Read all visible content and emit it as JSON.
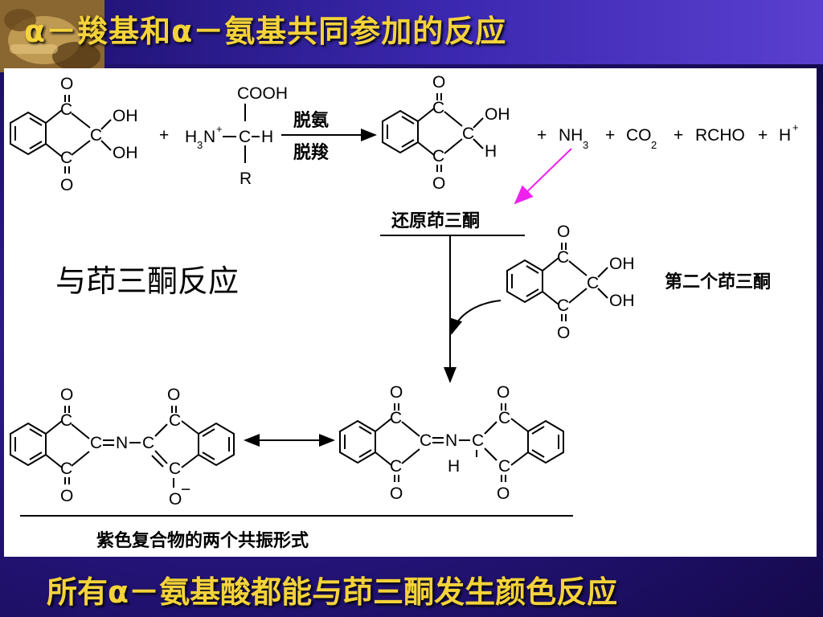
{
  "slide": {
    "title": "α－羧基和α－氨基共同参加的反应",
    "footer": "所有α－氨基酸都能与茚三酮发生颜色反应"
  },
  "diagram": {
    "plus": "+",
    "amine_prefix": "H",
    "amine_sub": "3",
    "amine_n": "N",
    "amine_sup": "+",
    "amine_c": "C",
    "amine_h": "H",
    "cooh": "COOH",
    "r_group": "R",
    "arrow_top_label": "脱氨",
    "arrow_bottom_label": "脱羧",
    "atom_o": "O",
    "atom_c": "C",
    "atom_oh": "OH",
    "atom_h": "H",
    "atom_n": "N",
    "o_minus": "O",
    "minus_sign": "−",
    "nh3_main": "NH",
    "nh3_sub": "3",
    "co2_main": "CO",
    "co2_sub": "2",
    "rcho": "RCHO",
    "h_plus_main": "H",
    "h_plus_sup": "+",
    "reduced_ninhydrin_label": "还原茚三酮",
    "reaction_heading": "与茚三酮反应",
    "second_ninhydrin_label": "第二个茚三酮",
    "product_caption": "紫色复合物的两个共振形式"
  },
  "colors": {
    "title_text": "#f4d33a",
    "heading_text": "#e8a415",
    "arrow_pointer": "#ee22ee"
  }
}
